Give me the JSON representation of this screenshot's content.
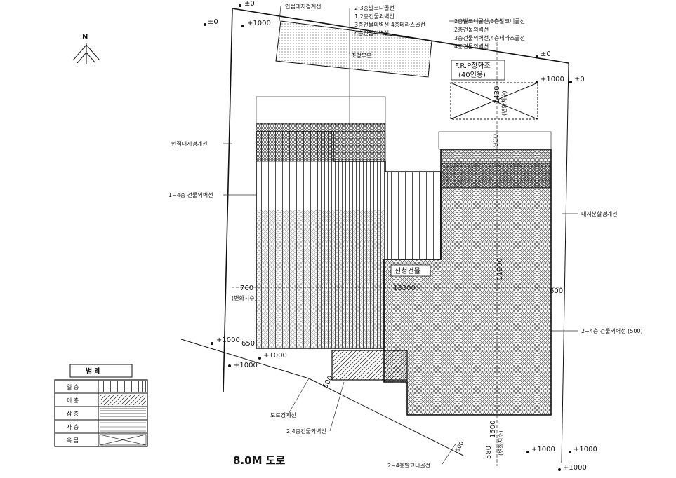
{
  "north": "N",
  "levels": {
    "top_left_zero": "±0",
    "top_left_mid_zero": "±0",
    "top_left_plus": "+1000",
    "top_right_zero_a": "±0",
    "top_right_zero_b": "±0",
    "top_right_plus": "+1000",
    "left_plus_a": "+1000",
    "left_plus_b": "+1000",
    "left_plus_c": "+1000",
    "bottom_plus_a": "+1000",
    "bottom_plus_b": "+1000",
    "bottom_plus_c": "+1000"
  },
  "labels": {
    "neighbor_boundary_top": "인접대지경계선",
    "neighbor_boundary_left": "인접대지경계선",
    "wall_1_4_floor": "1~4층 건물외벽선",
    "site_boundary_right": "대지분할경계선",
    "wall_2_4_right": "2~4층 건물외벽선 (500)",
    "road_boundary": "도로경계선",
    "wall_2_4_bottom": "2,4층건물외벽선",
    "balcony_bottom": "2~4층발코니골선",
    "garden_area": "조경부분",
    "proposed_building": "신청건물",
    "frp_tank": "F.R.P정화조",
    "frp_capacity": "(40인용)",
    "variable_left": "(변화치수)",
    "variable_bottom": "(변화치수)",
    "variable_right": "(변화치수)",
    "road_title": "8.0M 도로"
  },
  "callouts_center": [
    "2,3층발코니골선",
    "1,2층건물외벽선",
    "3층건물외벽선,4층테라스골선",
    "4층건물외벽선"
  ],
  "callouts_right": [
    "2층발코니골선,3층발코니골선",
    "2층건물외벽선",
    "3층건물외벽선,4층테라스골선",
    "4층건물외벽선"
  ],
  "dimensions": {
    "d760": "760",
    "d13300": "13300",
    "d11900": "11900",
    "d600": "600",
    "d1430": "1430",
    "d900": "900",
    "d650": "650",
    "d500a": "500",
    "d500b": "500",
    "d580": "580",
    "d1500": "1500"
  },
  "legend": {
    "title": "범 례",
    "rows": [
      {
        "label": "일 층",
        "pattern": "vertical-hatch"
      },
      {
        "label": "이 층",
        "pattern": "diagonal-hatch"
      },
      {
        "label": "삼 층",
        "pattern": "horizontal-hatch"
      },
      {
        "label": "사 층",
        "pattern": "light-horizontal-hatch"
      },
      {
        "label": "옥 탑",
        "pattern": "cross-box"
      }
    ]
  }
}
